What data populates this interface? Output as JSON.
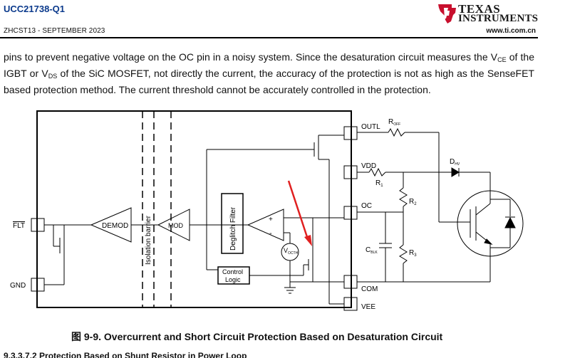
{
  "header": {
    "doc_id": "UCC21738-Q1",
    "doc_code": "ZHCST13 - SEPTEMBER 2023",
    "brand_line1": "TEXAS",
    "brand_line2": "INSTRUMENTS",
    "url": "www.ti.com.cn"
  },
  "body": {
    "p1": "pins to prevent negative voltage on the OC pin in a noisy system. Since the desaturation circuit measures the ",
    "vce": "V",
    "vce_sub": "CE",
    "p2": " of the IGBT or ",
    "vds": "V",
    "vds_sub": "DS",
    "p3": " of the SiC MOSFET, not directly the current, the accuracy of the protection is not as high as the SenseFET based protection method. The current threshold cannot be accurately controlled in the protection."
  },
  "diagram": {
    "pins": {
      "outl": "OUTL",
      "vdd": "VDD",
      "oc": "OC",
      "com": "COM",
      "vee": "VEE",
      "flt": "FLT",
      "gnd": "GND"
    },
    "blocks": {
      "demod": "DEMOD",
      "mod": "MOD",
      "isolation": "Isolation barrier",
      "deglitch": "Deglitch Filter",
      "control1": "Control",
      "control2": "Logic",
      "plus": "+",
      "minus": "-"
    },
    "parts": {
      "roff": "R",
      "roff_sub": "OFF",
      "r1": "R",
      "r1_sub": "1",
      "r2": "R",
      "r2_sub": "2",
      "r3": "R",
      "r3_sub": "3",
      "cblk": "C",
      "cblk_sub": "BLK",
      "dhv": "D",
      "dhv_sub": "HV",
      "vocth": "V",
      "vocth_sub": "OCTH"
    }
  },
  "caption": "图 9-9. Overcurrent and Short Circuit Protection Based on Desaturation Circuit",
  "next_heading": "9.3.3.7.2 Protection Based on Shunt Resistor in Power Loop",
  "colors": {
    "title_blue": "#0b3a8c",
    "ti_red": "#c8102e",
    "arrow_red": "#e02020"
  }
}
